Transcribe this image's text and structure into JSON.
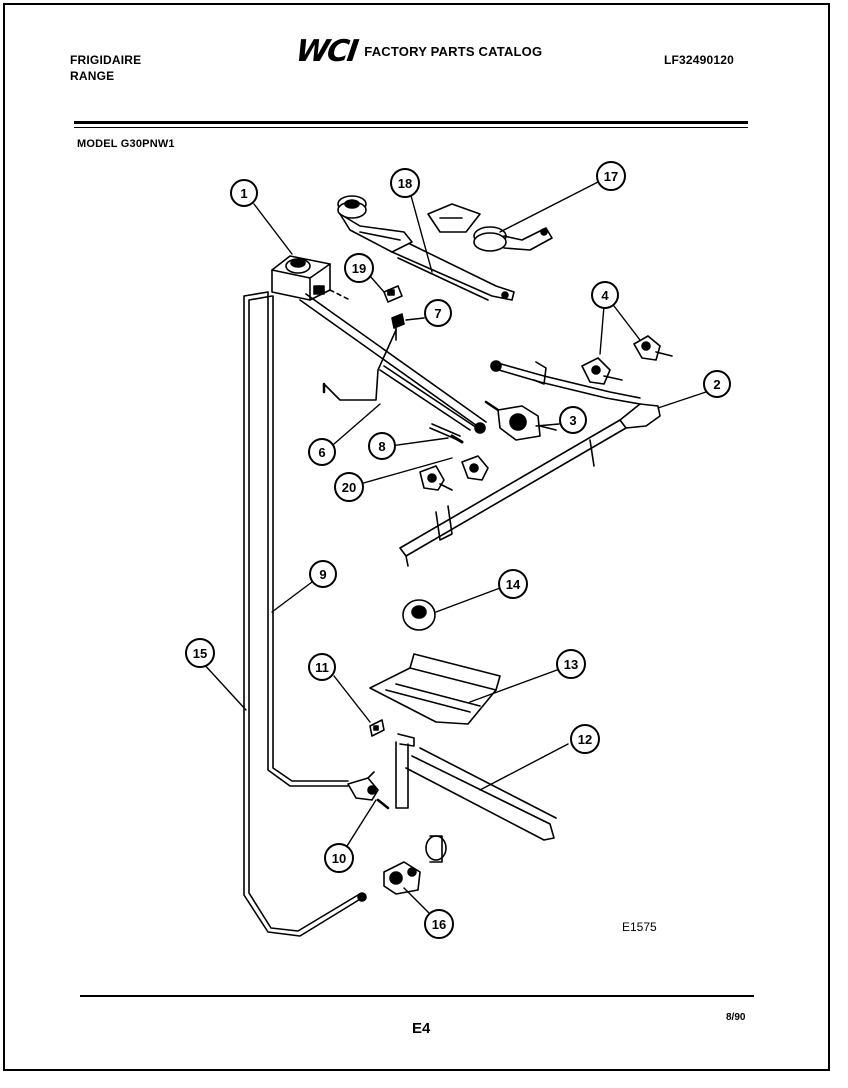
{
  "header": {
    "brand_line1": "FRIGIDAIRE",
    "brand_line2": "RANGE",
    "logo": "WCI",
    "catalog_title": "FACTORY PARTS CATALOG",
    "doc_number": "LF32490120",
    "model": "MODEL G30PNW1"
  },
  "diagram": {
    "figure_id": "E1575",
    "callouts": [
      "1",
      "2",
      "3",
      "4",
      "6",
      "7",
      "8",
      "9",
      "10",
      "11",
      "12",
      "13",
      "14",
      "15",
      "16",
      "17",
      "18",
      "19",
      "20"
    ]
  },
  "footer": {
    "page": "E4",
    "date": "8/90"
  }
}
